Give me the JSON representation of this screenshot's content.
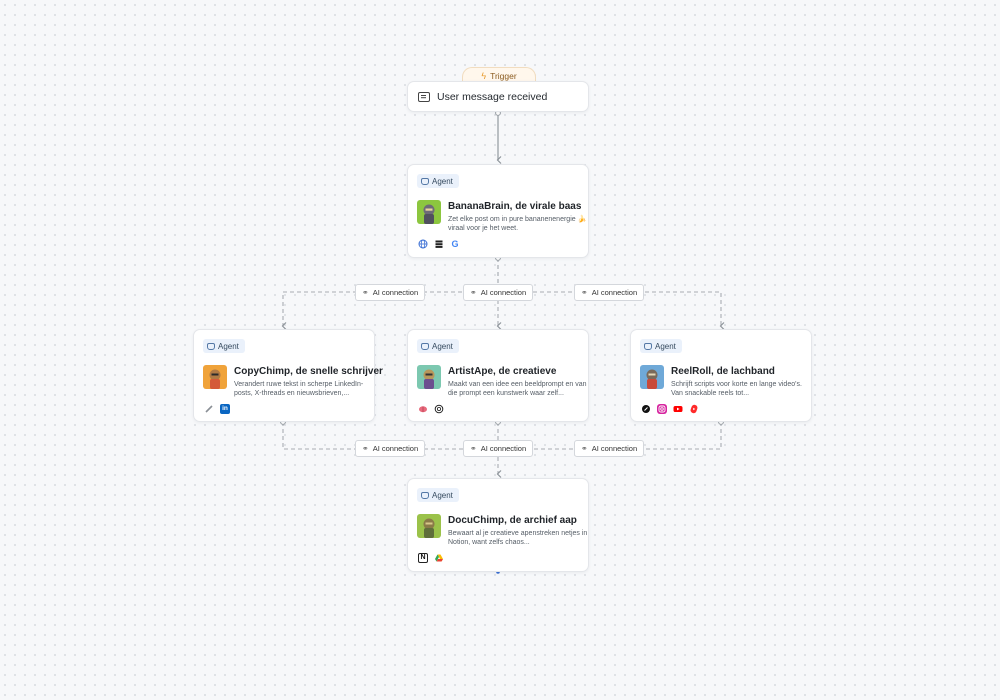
{
  "trigger": {
    "tab_label": "Trigger",
    "label": "User message received"
  },
  "connection_label": "AI connection",
  "agent_badge": "Agent",
  "agents": [
    {
      "title": "BananaBrain, de virale baas",
      "description": "Zet elke post om in pure bananenenergie 🍌 viraal voor je het weet.",
      "tools": [
        "globe-icon",
        "stack-icon",
        "google-icon"
      ]
    },
    {
      "title": "CopyChimp, de snelle schrijver",
      "description": "Verandert ruwe tekst in scherpe LinkedIn-posts, X-threads en nieuwsbrieven,...",
      "tools": [
        "pen-icon",
        "linkedin-icon"
      ]
    },
    {
      "title": "ArtistApe, de creatieve",
      "description": "Maakt van een idee een beeldprompt en van die prompt een kunstwerk waar zelf...",
      "tools": [
        "brain-icon",
        "openai-icon"
      ]
    },
    {
      "title": "ReelRoll, de lachband",
      "description": "Schrijft scripts voor korte en lange video's. Van snackable reels tot...",
      "tools": [
        "compass-icon",
        "instagram-icon",
        "youtube-icon",
        "shorts-icon"
      ]
    },
    {
      "title": "DocuChimp, de archief aap",
      "description": "Bewaart al je creatieve apenstreken netjes in Notion, want zelfs chaos...",
      "tools": [
        "notion-icon",
        "drive-icon"
      ]
    }
  ],
  "colors": {
    "accent": "#3b6fd4",
    "edge": "#9aa0a6",
    "trigger_bg": "#fff7ec"
  }
}
